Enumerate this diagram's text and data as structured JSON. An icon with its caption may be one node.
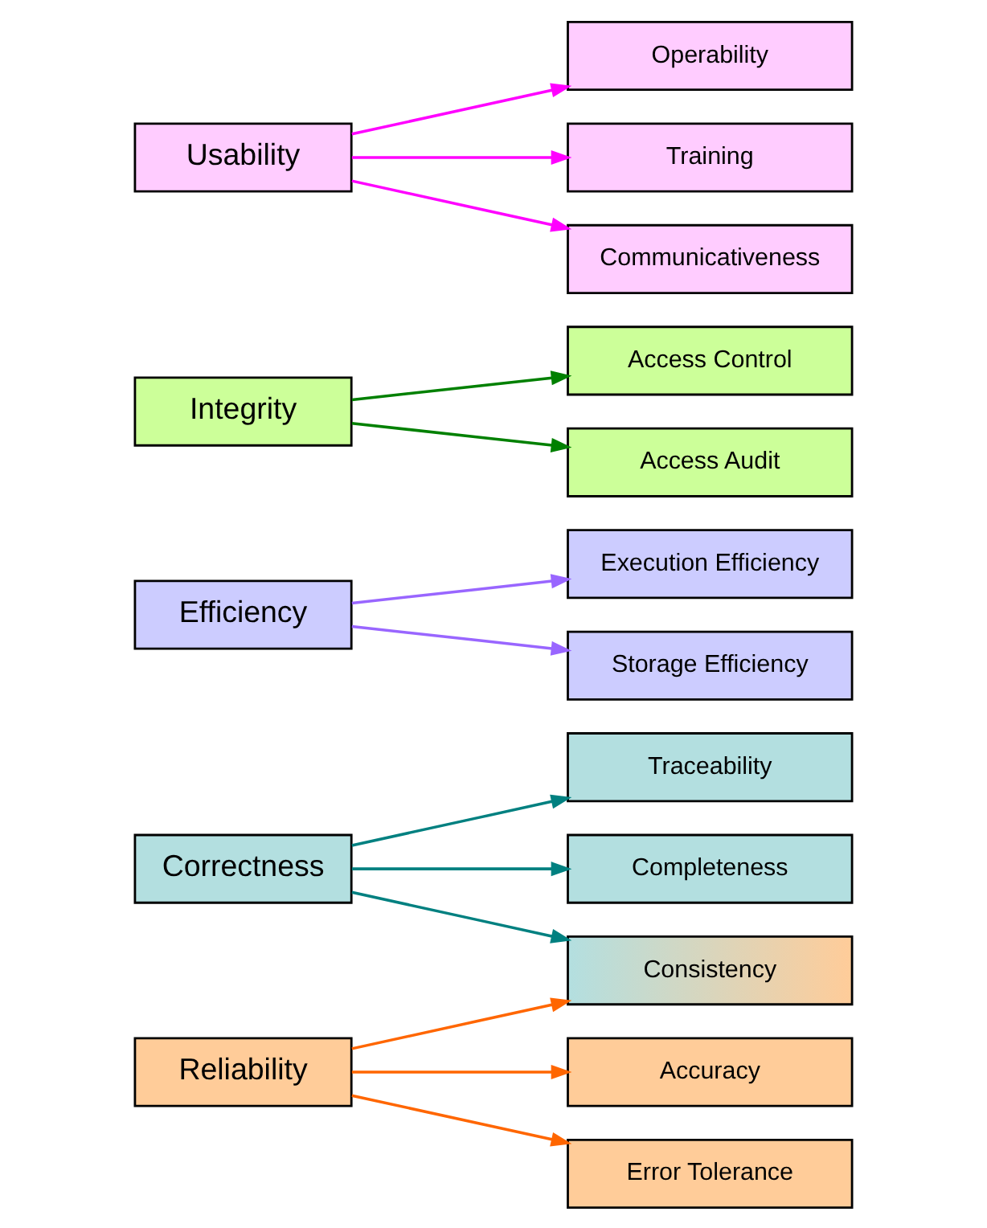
{
  "diagram": {
    "nodes": [
      {
        "text": [
          "Correctness"
        ]
      },
      {
        "text": [
          "Reliability"
        ]
      },
      {
        "text": [
          "Efficiency"
        ]
      },
      {
        "text": [
          "Integrity"
        ]
      },
      {
        "text": [
          "Usability"
        ]
      },
      {
        "text": [
          "Traceability"
        ]
      },
      {
        "text": [
          "Completeness"
        ]
      },
      {
        "text": [
          "Consistency"
        ]
      },
      {
        "text": [
          "Accuracy"
        ]
      },
      {
        "text": [
          "Error Tolerance"
        ]
      },
      {
        "text": [
          "Execution Efficiency"
        ]
      },
      {
        "text": [
          "Storage Efficiency"
        ]
      },
      {
        "text": [
          "Access Control"
        ]
      },
      {
        "text": [
          "Access Audit"
        ]
      },
      {
        "text": [
          "Operability"
        ]
      },
      {
        "text": [
          "Training"
        ]
      },
      {
        "text": [
          "Communicativeness"
        ]
      }
    ],
    "edges": [
      {
        "from": 0,
        "to": 5,
        "arrow": "to",
        "color": "#008080"
      },
      {
        "from": 0,
        "to": 6,
        "arrow": "to",
        "color": "#008080"
      },
      {
        "from": 0,
        "to": 7,
        "arrow": "to",
        "color": "#008080"
      },
      {
        "from": 1,
        "to": 7,
        "arrow": "to",
        "color": "#ff6600"
      },
      {
        "from": 1,
        "to": 8,
        "arrow": "to",
        "color": "#ff6600"
      },
      {
        "from": 1,
        "to": 9,
        "arrow": "to",
        "color": "#ff6600"
      },
      {
        "from": 2,
        "to": 10,
        "arrow": "to",
        "color": "#9966ff"
      },
      {
        "from": 2,
        "to": 11,
        "arrow": "to",
        "color": "#9966ff"
      },
      {
        "from": 3,
        "to": 12,
        "arrow": "to",
        "color": "#008000"
      },
      {
        "from": 3,
        "to": 13,
        "arrow": "to",
        "color": "#008000"
      },
      {
        "from": 4,
        "to": 14,
        "arrow": "to",
        "color": "#ff00ff"
      },
      {
        "from": 4,
        "to": 15,
        "arrow": "to",
        "color": "#ff00ff"
      },
      {
        "from": 4,
        "to": 16,
        "arrow": "to",
        "color": "#ff00ff"
      }
    ]
  }
}
